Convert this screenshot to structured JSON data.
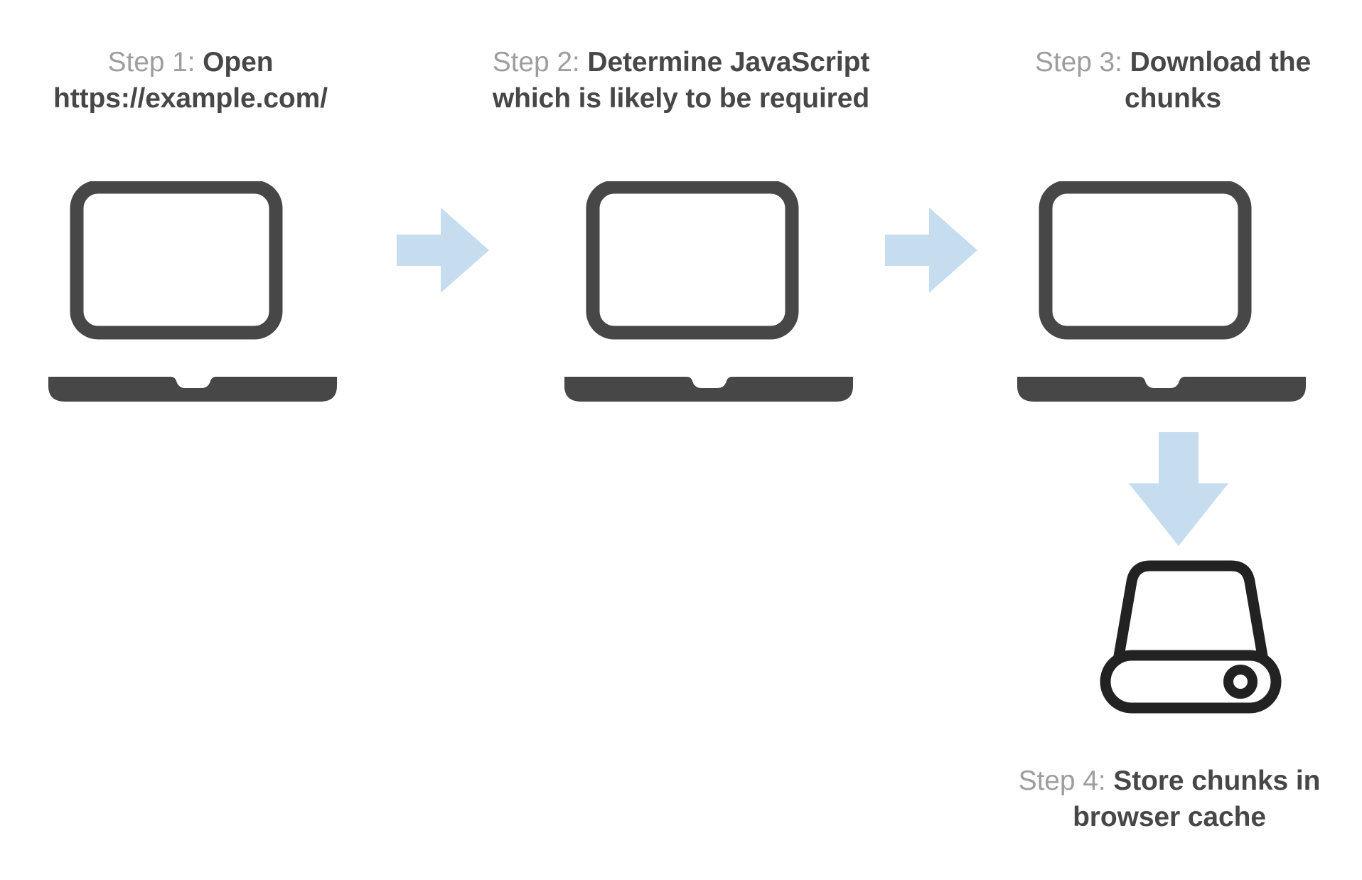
{
  "diagram": {
    "title_text_color": "#474747",
    "prefix_text_color": "#9e9e9e",
    "arrow_color": "#c6dcef",
    "laptop_color": "#474747",
    "disk_color": "#222222",
    "background": "#ffffff"
  },
  "steps": [
    {
      "prefix": "Step 1: ",
      "title": "Open https://example.com/",
      "icon": "laptop-icon"
    },
    {
      "prefix": "Step 2: ",
      "title": "Determine JavaScript which is likely to be required",
      "icon": "laptop-icon"
    },
    {
      "prefix": "Step 3: ",
      "title": "Download the chunks",
      "icon": "laptop-icon"
    },
    {
      "prefix": "Step 4: ",
      "title": "Store chunks in browser cache",
      "icon": "disk-drive-icon"
    }
  ],
  "connectors": [
    {
      "name": "arrow-right-1",
      "direction": "right"
    },
    {
      "name": "arrow-right-2",
      "direction": "right"
    },
    {
      "name": "arrow-down-1",
      "direction": "down"
    }
  ]
}
